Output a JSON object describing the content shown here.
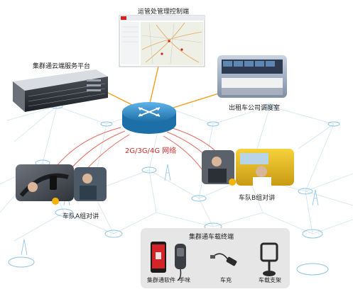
{
  "labels": {
    "control_terminal": "运管处管理控制端",
    "cloud_platform": "集群通云端服务平台",
    "dispatch_room": "出租车公司调度室",
    "network": "2G/3G/4G 网络",
    "team_a": "车队A组对讲",
    "team_b": "车队B组对讲",
    "terminal_group": "集群通车载终端",
    "software": "集群通软件",
    "handset": "手咪",
    "charger": "车充",
    "mount": "车载支架"
  },
  "colors": {
    "link_orange": "#f0a020",
    "signal_red": "#e05040",
    "node_blue": "#7fbde0",
    "router_blue": "#2a8cc8",
    "panel_gray": "#e6e6e6"
  },
  "icons": {
    "router": "router-icon",
    "pin": "location-pin-icon"
  }
}
